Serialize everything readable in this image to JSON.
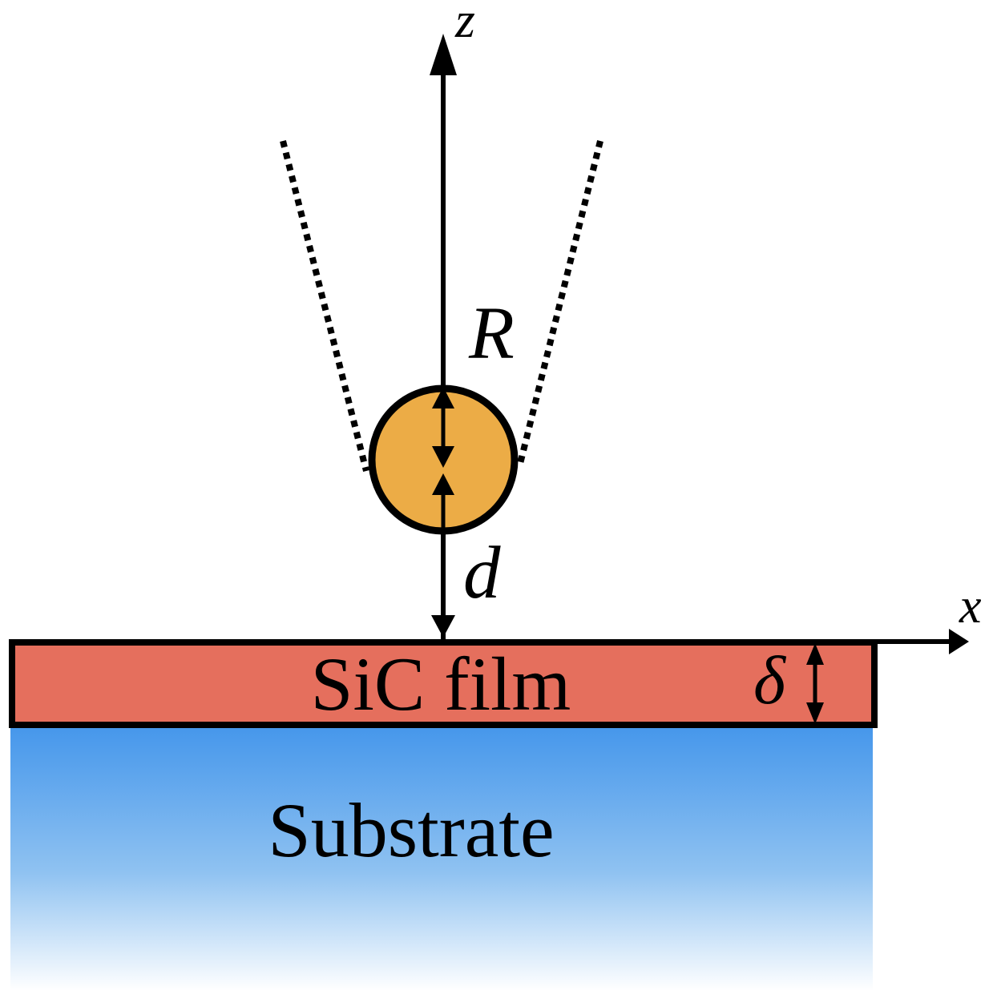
{
  "figure": {
    "labels": {
      "z_axis": "z",
      "x_axis": "x",
      "tip_radius": "R",
      "tip_sample_distance": "d",
      "film_thickness": "δ",
      "film": "SiC film",
      "substrate": "Substrate"
    },
    "colors": {
      "tip_sphere_fill": "#ECAC46",
      "film_fill": "#E56F5D",
      "substrate_gradient_top": "#4697EB",
      "substrate_gradient_mid": "#8FC2F1",
      "substrate_gradient_bottom": "#FFFFFF",
      "outline": "#000000",
      "background": "#FFFFFF"
    }
  }
}
